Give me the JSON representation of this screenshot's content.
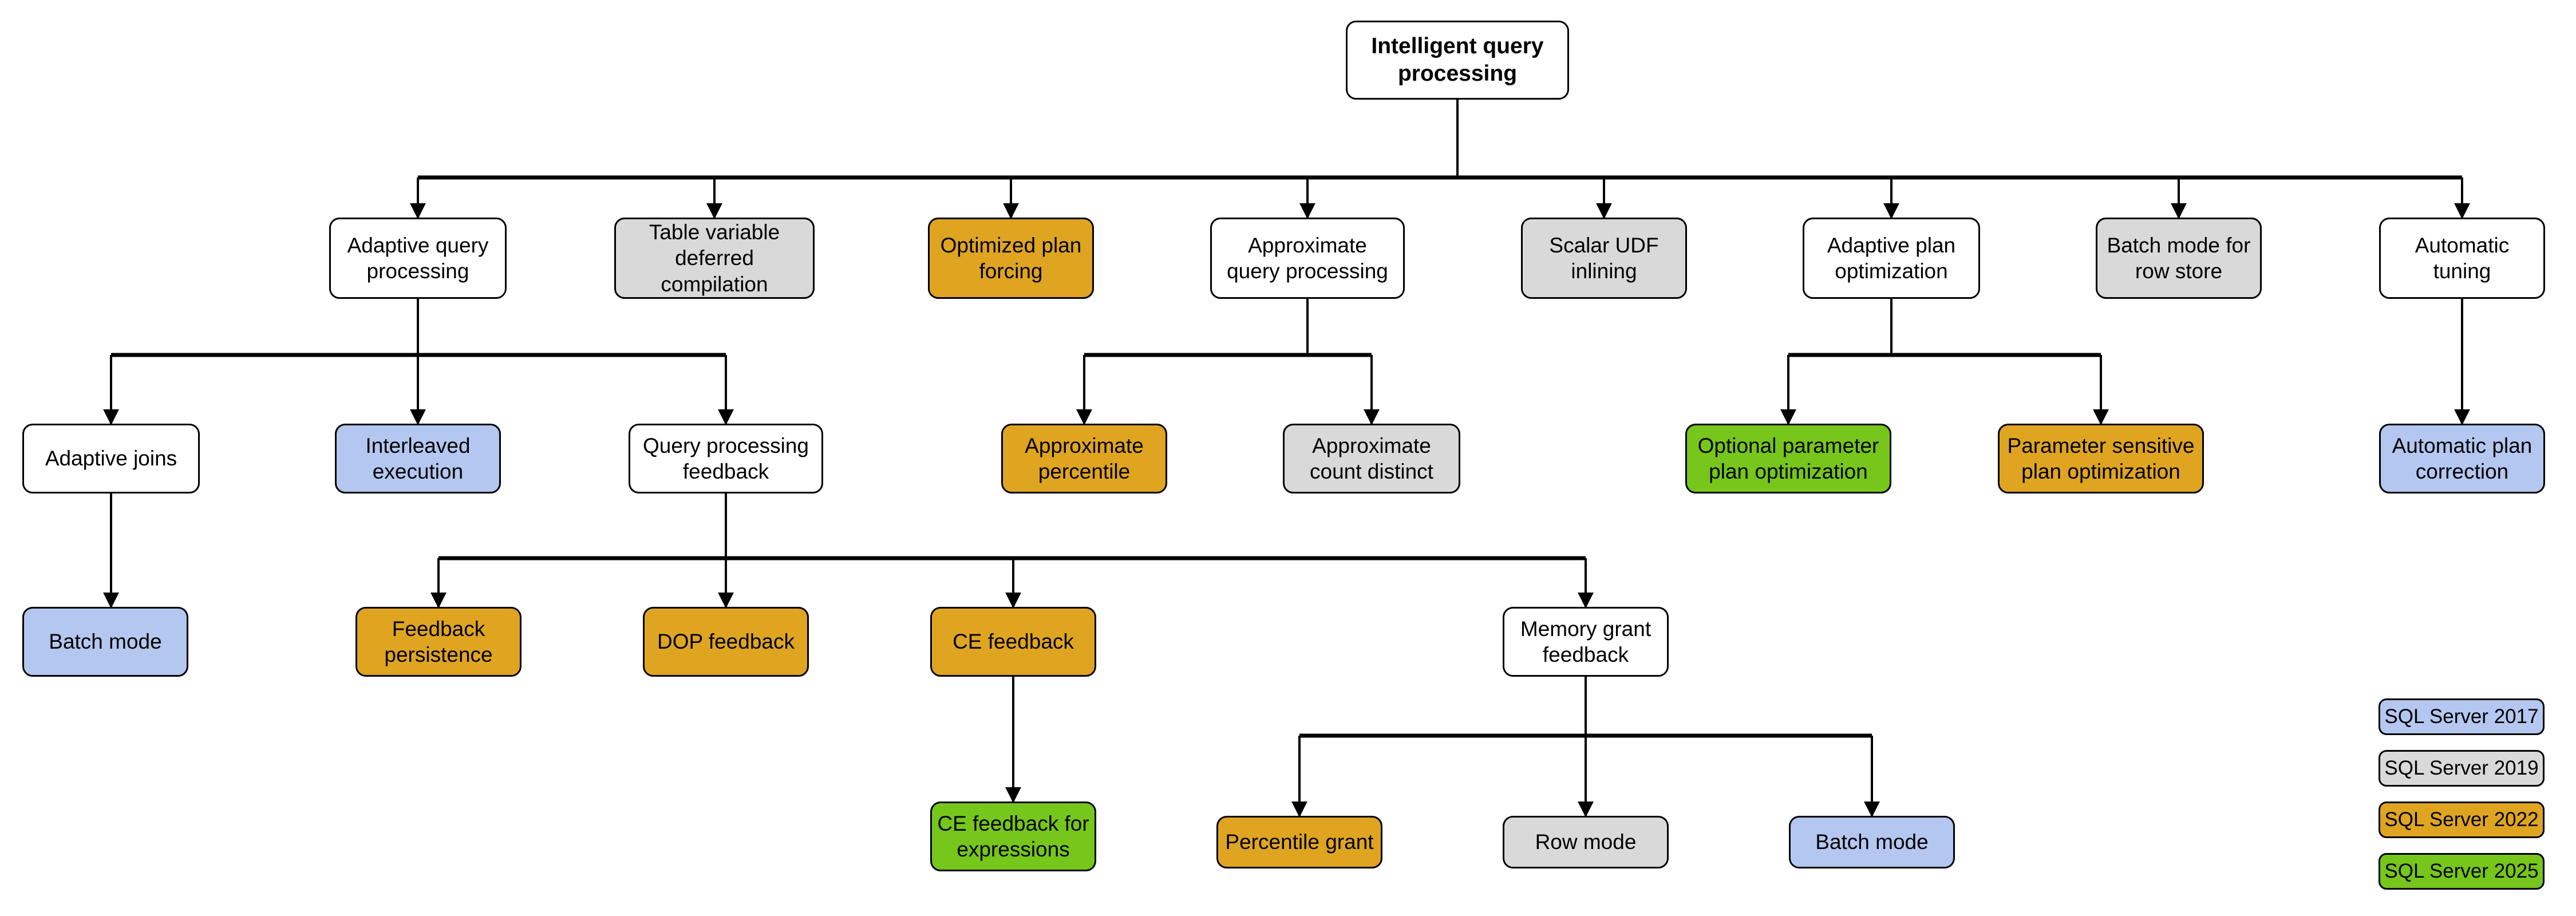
{
  "diagram": {
    "title": "Intelligent query processing",
    "type": "tree-hierarchy",
    "background": "#ffffff",
    "palette": {
      "white": "#ffffff",
      "gray": "#d9d9d9",
      "amber": "#dfa521",
      "blue": "#b4c7f0",
      "green": "#76c61b",
      "stroke": "#000000"
    }
  },
  "nodes": {
    "root": {
      "label": "Intelligent query\nprocessing",
      "color": "white"
    },
    "adaptive_query_processing": {
      "label": "Adaptive query\nprocessing",
      "color": "white"
    },
    "table_variable_deferred_compilation": {
      "label": "Table variable\ndeferred compilation",
      "color": "gray"
    },
    "optimized_plan_forcing": {
      "label": "Optimized plan\nforcing",
      "color": "amber"
    },
    "approximate_query_processing": {
      "label": "Approximate\nquery processing",
      "color": "white"
    },
    "scalar_udf_inlining": {
      "label": "Scalar UDF\ninlining",
      "color": "gray"
    },
    "adaptive_plan_optimization": {
      "label": "Adaptive plan\noptimization",
      "color": "white"
    },
    "batch_mode_for_row_store": {
      "label": "Batch mode for\nrow store",
      "color": "gray"
    },
    "automatic_tuning": {
      "label": "Automatic\ntuning",
      "color": "white"
    },
    "adaptive_joins": {
      "label": "Adaptive joins",
      "color": "white"
    },
    "interleaved_execution": {
      "label": "Interleaved\nexecution",
      "color": "blue"
    },
    "query_processing_feedback": {
      "label": "Query processing\nfeedback",
      "color": "white"
    },
    "approximate_percentile": {
      "label": "Approximate\npercentile",
      "color": "amber"
    },
    "approximate_count_distinct": {
      "label": "Approximate\ncount distinct",
      "color": "gray"
    },
    "optional_parameter_plan_optimization": {
      "label": "Optional parameter\nplan optimization",
      "color": "green"
    },
    "parameter_sensitive_plan_optimization": {
      "label": "Parameter sensitive\nplan optimization",
      "color": "amber"
    },
    "automatic_plan_correction": {
      "label": "Automatic plan\ncorrection",
      "color": "blue"
    },
    "batch_mode_adaptive_joins": {
      "label": "Batch mode",
      "color": "blue"
    },
    "feedback_persistence": {
      "label": "Feedback\npersistence",
      "color": "amber"
    },
    "dop_feedback": {
      "label": "DOP feedback",
      "color": "amber"
    },
    "ce_feedback": {
      "label": "CE feedback",
      "color": "amber"
    },
    "memory_grant_feedback": {
      "label": "Memory grant\nfeedback",
      "color": "white"
    },
    "ce_feedback_for_expressions": {
      "label": "CE feedback for\nexpressions",
      "color": "green"
    },
    "percentile_grant": {
      "label": "Percentile grant",
      "color": "amber"
    },
    "row_mode": {
      "label": "Row mode",
      "color": "gray"
    },
    "batch_mode_memory_grant": {
      "label": "Batch mode",
      "color": "blue"
    }
  },
  "legend": {
    "items": [
      {
        "label": "SQL Server 2017",
        "color": "blue"
      },
      {
        "label": "SQL Server 2019",
        "color": "gray"
      },
      {
        "label": "SQL Server 2022",
        "color": "amber"
      },
      {
        "label": "SQL Server 2025",
        "color": "green"
      }
    ]
  }
}
